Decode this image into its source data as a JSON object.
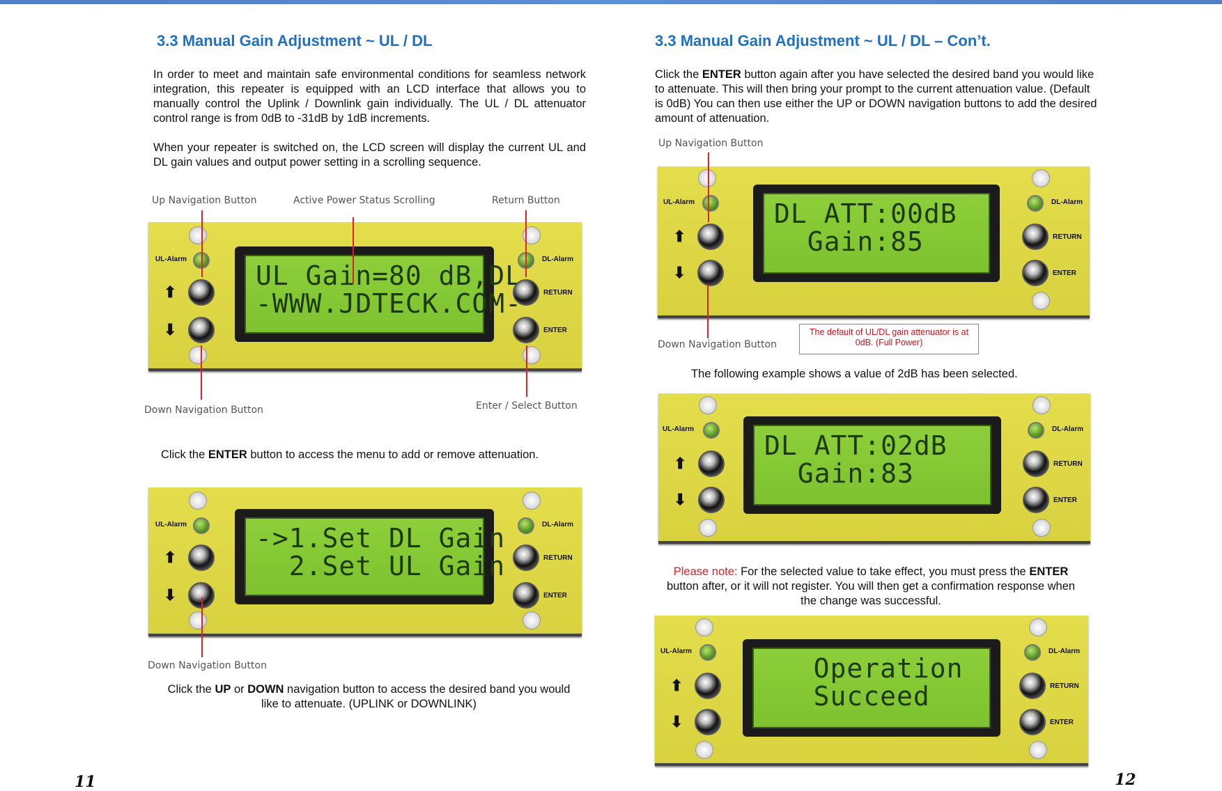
{
  "left": {
    "heading": "3.3 Manual Gain Adjustment ~ UL / DL",
    "para1": "In order to meet and maintain safe environmental conditions for seamless network integration, this repeater is equipped with an LCD interface that allows you to manually control the Uplink / Downlink gain individually. The UL / DL attenuator control range is from 0dB to -31dB by 1dB increments.",
    "para2": "When your repeater is switched on, the LCD screen will display the current UL and DL gain values and output power setting in a scrolling sequence.",
    "labels": {
      "up_nav": "Up Navigation Button",
      "active_power": "Active Power Status Scrolling",
      "return_btn": "Return Button",
      "down_nav": "Down Navigation Button",
      "enter_select": "Enter / Select Button",
      "down_nav2": "Down Navigation Button"
    },
    "caption1": {
      "pre": "Click the ",
      "bold": "ENTER",
      "post": " button to access the menu to add or remove attenuation."
    },
    "caption2": {
      "pre": "Click the ",
      "b1": "UP",
      "mid": " or ",
      "b2": "DOWN",
      "post": " navigation button to access the desired band you would like to attenuate. (UPLINK or DOWNLINK)"
    },
    "lcd1": [
      "UL Gain=80 dB,DL",
      "-WWW.JDTECK.COM-"
    ],
    "lcd2": [
      "->1.Set DL Gain",
      "  2.Set UL Gain"
    ],
    "page_number": "11"
  },
  "right": {
    "heading": "3.3 Manual Gain Adjustment ~ UL / DL – Con’t.",
    "para1": {
      "pre": "Click the ",
      "bold": "ENTER",
      "post": " button again after you have selected the desired band you would like to attenuate. This will then bring your prompt to the current attenuation value. (Default is 0dB)  You can then use either the UP or DOWN navigation buttons to add the desired amount of attenuation."
    },
    "labels": {
      "up_nav": "Up Navigation Button",
      "down_nav": "Down Navigation Button"
    },
    "callout": "The default of UL/DL gain attenuator is at 0dB. (Full Power)",
    "example": "The following example shows a value of 2dB has been selected.",
    "note": {
      "red": "Please note:",
      "pre": " For the selected value to take effect, you must press the ",
      "bold": "ENTER",
      "post": " button after, or it will not register. You will then get a confirmation response when the change was successful."
    },
    "lcd1": [
      "DL ATT:00dB",
      "  Gain:85"
    ],
    "lcd2": [
      "DL ATT:02dB",
      "  Gain:83"
    ],
    "lcd3": [
      "   Operation",
      "   Succeed"
    ],
    "page_number": "12"
  },
  "panel_text": {
    "ul_alarm": "UL-Alarm",
    "dl_alarm": "DL-Alarm",
    "return": "RETURN",
    "enter": "ENTER",
    "up_arrow": "⬆",
    "down_arrow": "⬇"
  }
}
